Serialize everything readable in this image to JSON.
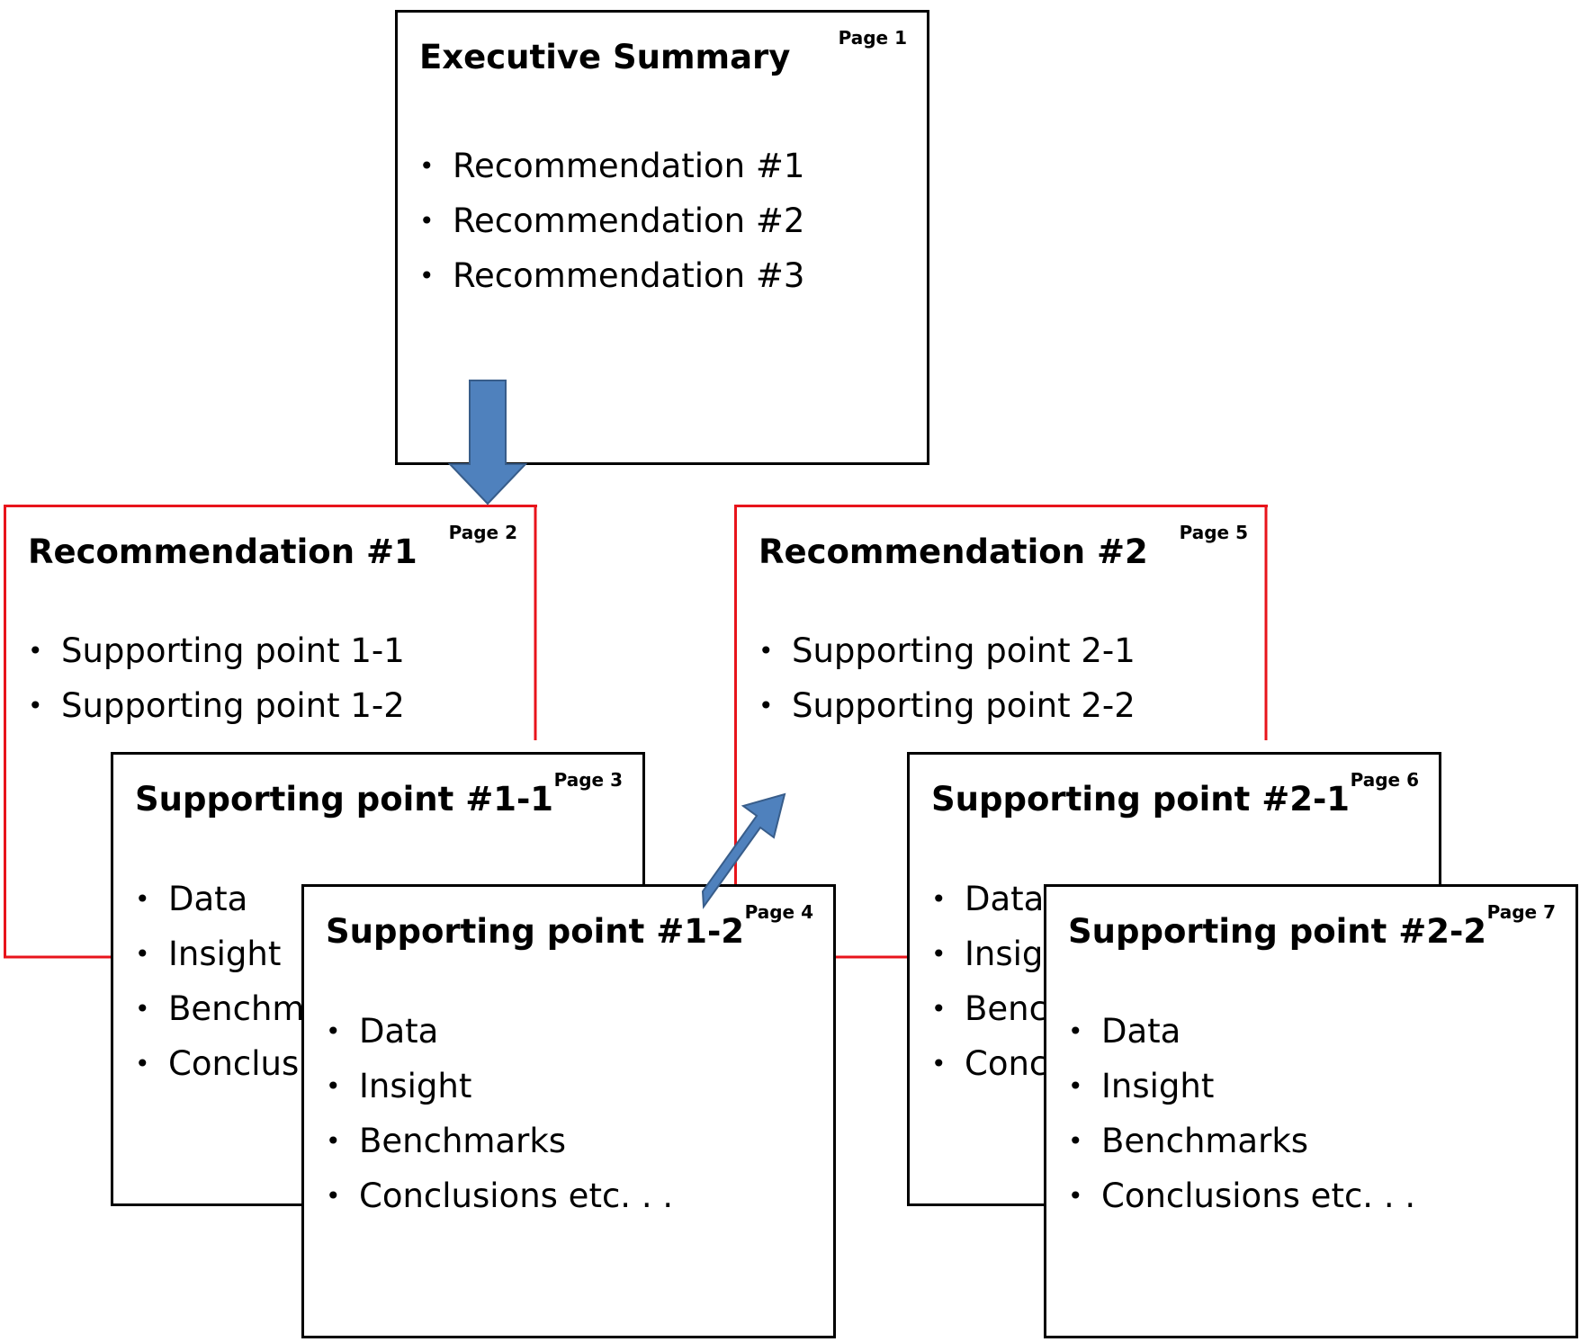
{
  "pages": {
    "p1": {
      "title": "Executive Summary",
      "page": "Page 1",
      "items": [
        "Recommendation #1",
        "Recommendation #2",
        "Recommendation #3"
      ]
    },
    "p2": {
      "title": "Recommendation #1",
      "page": "Page 2",
      "items": [
        "Supporting point 1-1",
        "Supporting point 1-2"
      ]
    },
    "p3": {
      "title": "Supporting point #1-1",
      "page": "Page 3",
      "items": [
        "Data",
        "Insight",
        "Benchmarks",
        "Conclusions etc. . ."
      ]
    },
    "p4": {
      "title": "Supporting point #1-2",
      "page": "Page 4",
      "items": [
        "Data",
        "Insight",
        "Benchmarks",
        "Conclusions etc. . ."
      ]
    },
    "p5": {
      "title": "Recommendation #2",
      "page": "Page 5",
      "items": [
        "Supporting point 2-1",
        "Supporting point 2-2"
      ]
    },
    "p6": {
      "title": "Supporting point #2-1",
      "page": "Page 6",
      "items": [
        "Data",
        "Insight",
        "Benchmarks",
        "Conclusions etc. . ."
      ]
    },
    "p7": {
      "title": "Supporting point #2-2",
      "page": "Page 7",
      "items": [
        "Data",
        "Insight",
        "Benchmarks",
        "Conclusions etc. . ."
      ]
    }
  },
  "colors": {
    "recommendation_border": "#e8141b",
    "page_border": "#000000",
    "arrow_fill": "#4f81bd",
    "arrow_stroke": "#385d8a"
  },
  "icons": [
    "arrow-down-icon",
    "arrow-up-right-icon"
  ]
}
